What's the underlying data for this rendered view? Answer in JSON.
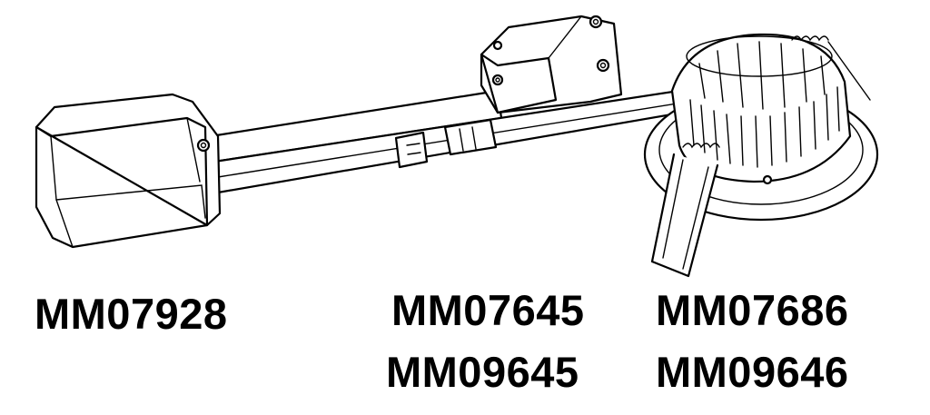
{
  "labels": {
    "driver": "MM07928",
    "connector_a": "MM07645",
    "connector_b": "MM09645",
    "downlight_a": "MM07686",
    "downlight_b": "MM09646"
  }
}
